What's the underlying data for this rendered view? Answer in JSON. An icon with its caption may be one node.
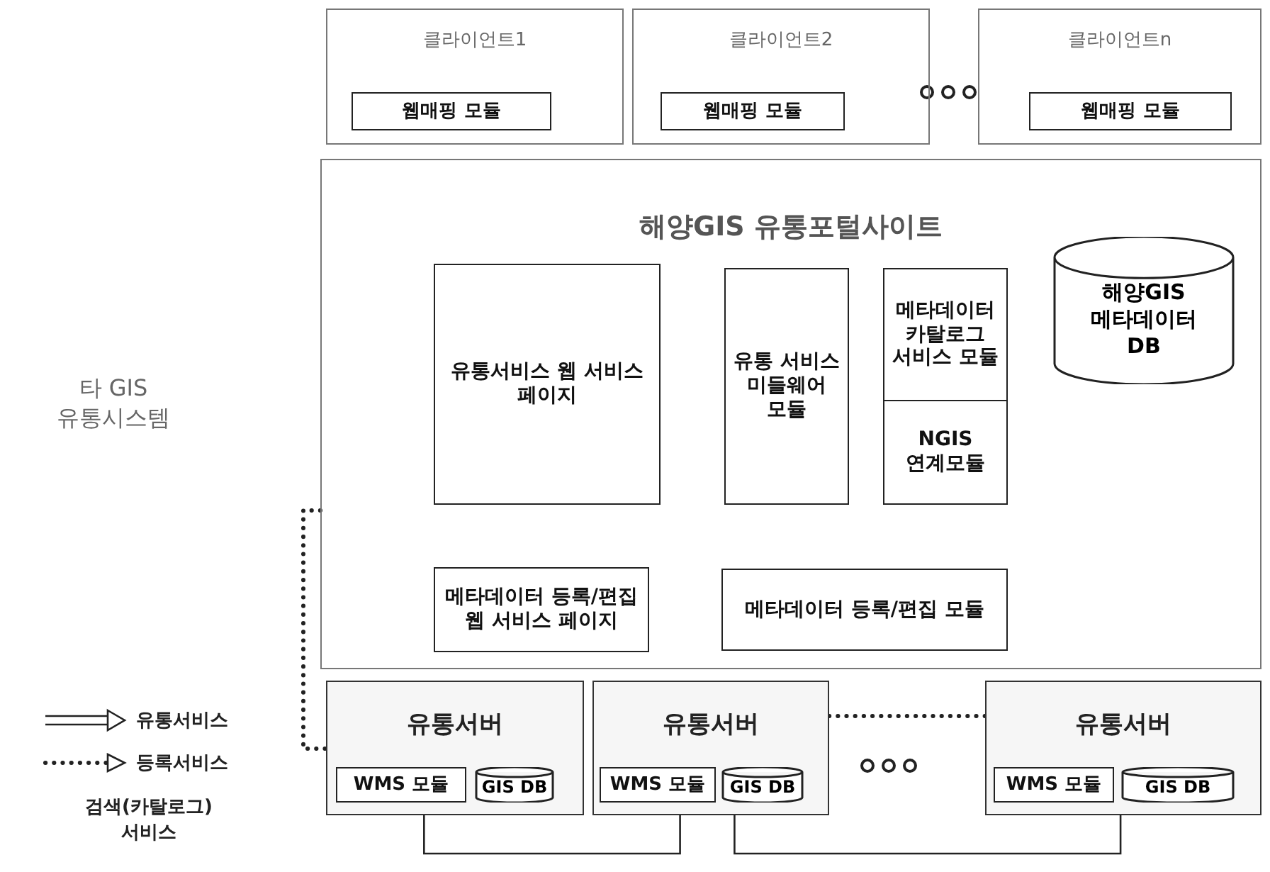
{
  "diagram": {
    "nodes": [
      {
        "text": [
          "타 GIS 유통시스템"
        ]
      },
      {
        "text": [
          "클라이언트1"
        ]
      },
      {
        "text": [
          "웹매핑 모듈"
        ],
        "in": 1
      },
      {
        "text": [
          "클라이언트2"
        ]
      },
      {
        "text": [
          "웹매핑 모듈"
        ],
        "in": 3
      },
      {
        "text": [
          "클라이언트n"
        ]
      },
      {
        "text": [
          "웹매핑 모듈"
        ],
        "in": 5
      },
      {
        "text": [
          "해양GIS 유통포털사이트"
        ]
      },
      {
        "text": [
          "유통서비스 웹 서비스 페이지"
        ],
        "in": 7
      },
      {
        "text": [
          "유통 서비스 미들웨어 모듈"
        ],
        "in": 7
      },
      {
        "text": [
          "메타데이터 카탈로그 서비스 모듈"
        ],
        "in": 7
      },
      {
        "text": [
          "NGIS 연계모듈"
        ],
        "in": 7
      },
      {
        "text": [
          "해양GIS 메타데이터 DB"
        ],
        "in": 7
      },
      {
        "text": [
          "메타데이터 등록/편집 웹 서비스 페이지"
        ],
        "in": 7
      },
      {
        "text": [
          "메타데이터 등록/편집 모듈"
        ],
        "in": 7
      },
      {
        "text": [
          "유통서버"
        ]
      },
      {
        "text": [
          "WMS 모듈"
        ],
        "in": 15
      },
      {
        "text": [
          "GIS DB"
        ],
        "in": 15
      },
      {
        "text": [
          "유통서버"
        ]
      },
      {
        "text": [
          "WMS 모듈"
        ],
        "in": 18
      },
      {
        "text": [
          "GIS DB"
        ],
        "in": 18
      },
      {
        "text": [
          "유통서버"
        ]
      },
      {
        "text": [
          "WMS 모듈"
        ],
        "in": 21
      },
      {
        "text": [
          "GIS DB"
        ],
        "in": 21
      }
    ],
    "edges": [
      {
        "from": 7,
        "to": 15,
        "arrow": "none",
        "style": "dashed"
      },
      {
        "from": 18,
        "to": 21,
        "arrow": "none",
        "style": "dashed"
      },
      {
        "from": 15,
        "to": 18,
        "arrow": "none"
      },
      {
        "from": 18,
        "to": 21,
        "arrow": "none"
      }
    ],
    "legend": [
      {
        "text": "유통서비스"
      },
      {
        "text": "등록서비스"
      },
      {
        "text": "검색(카탈로그) 서비스"
      }
    ]
  }
}
